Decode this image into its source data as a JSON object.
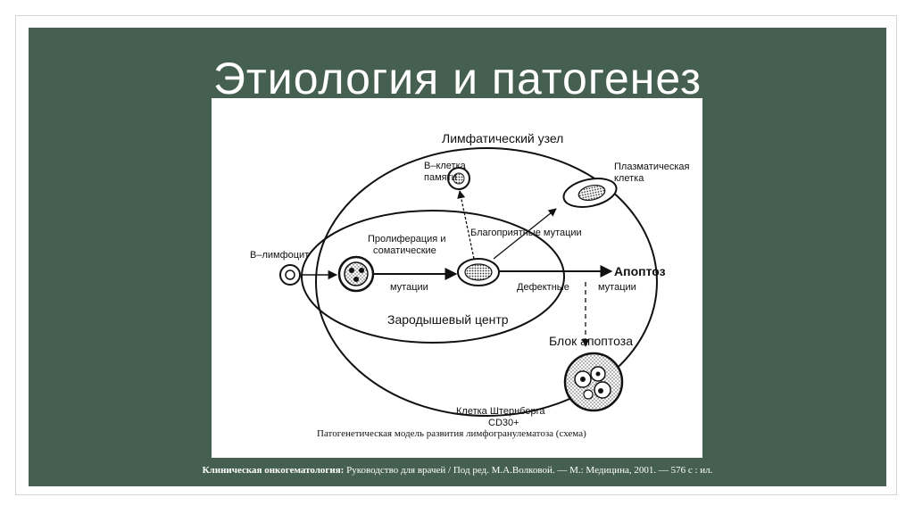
{
  "slide": {
    "title": "Этиология и патогенез",
    "citation_bold": "Клиническая онкогематология:",
    "citation_rest": " Руководство для врачей / Под ред.  М.А.Волковой. — М.: Медицина, 2001. — 576 с : ил."
  },
  "diagram": {
    "lymph_node_label": "Лимфатический узел",
    "memory_b_cell_line1": "В–клетка",
    "memory_b_cell_line2": "памяти",
    "plasma_cell_line1": "Плазматическая",
    "plasma_cell_line2": "клетка",
    "b_lymphocyte_label": "В–лимфоцит",
    "proliferation_line1": "Пролиферация и",
    "proliferation_line2": "соматические",
    "proliferation_line3": "мутации",
    "favorable_mutations": "Благоприятные мутации",
    "defective_mutations_1": "Дефектные",
    "defective_mutations_2": "мутации",
    "apoptosis_label": "Апоптоз",
    "apoptosis_block_label": "Блок  апоптоза",
    "germinal_center_label": "Зародышевый центр",
    "reed_sternberg_line1": "Клетка Штернберга",
    "reed_sternberg_line2": "CD30+",
    "caption": "Патогенетическая модель развития лимфогранулематоза (схема)"
  }
}
